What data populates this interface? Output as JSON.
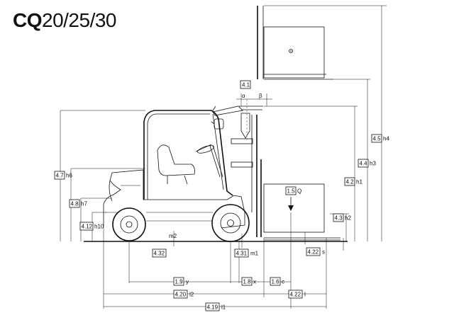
{
  "title": {
    "prefix": "CQ",
    "models": "20/25/30"
  },
  "labels": {
    "d41": {
      "code": "4.1",
      "sym": ""
    },
    "d47": {
      "code": "4.7",
      "sym": "h6"
    },
    "d48": {
      "code": "4.8",
      "sym": "h7"
    },
    "d412": {
      "code": "4.12",
      "sym": "h10"
    },
    "d45": {
      "code": "4.5",
      "sym": "h4"
    },
    "d44": {
      "code": "4.4",
      "sym": "h3"
    },
    "d42": {
      "code": "4.2",
      "sym": "h1"
    },
    "d15": {
      "code": "1.5",
      "sym": "Q"
    },
    "d43": {
      "code": "4.3",
      "sym": "h2"
    },
    "d422s": {
      "code": "4.22",
      "sym": "s"
    },
    "d432": {
      "code": "4.32",
      "sym": ""
    },
    "d431": {
      "code": "4.31",
      "sym": "m1"
    },
    "d19": {
      "code": "1.9",
      "sym": "y"
    },
    "d18": {
      "code": "1.8",
      "sym": "x"
    },
    "d16": {
      "code": "1.6",
      "sym": "c"
    },
    "d420": {
      "code": "4.20",
      "sym": "l2"
    },
    "d422l": {
      "code": "4.22",
      "sym": "l"
    },
    "d419": {
      "code": "4.19",
      "sym": "l1"
    }
  },
  "symbols": {
    "alpha": "α",
    "beta": "β",
    "m2": "m2"
  }
}
